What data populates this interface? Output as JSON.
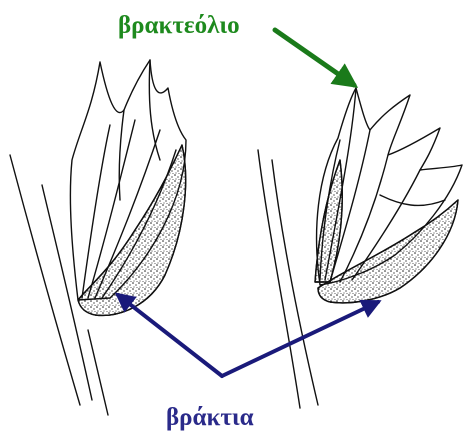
{
  "labels": {
    "bracteole": "βρακτεόλιο",
    "bracts": "βράκτια"
  },
  "colors": {
    "bracteole_label": "#1e8a1e",
    "bracts_label": "#2a2a8a",
    "bracteole_arrow": "#1a7a1a",
    "bracts_arrow": "#1a1a7a",
    "ink": "#111111"
  },
  "figure": {
    "drawing_count": 2,
    "style": "black-and-white line drawing of grass spikelets with stippled bracts"
  }
}
